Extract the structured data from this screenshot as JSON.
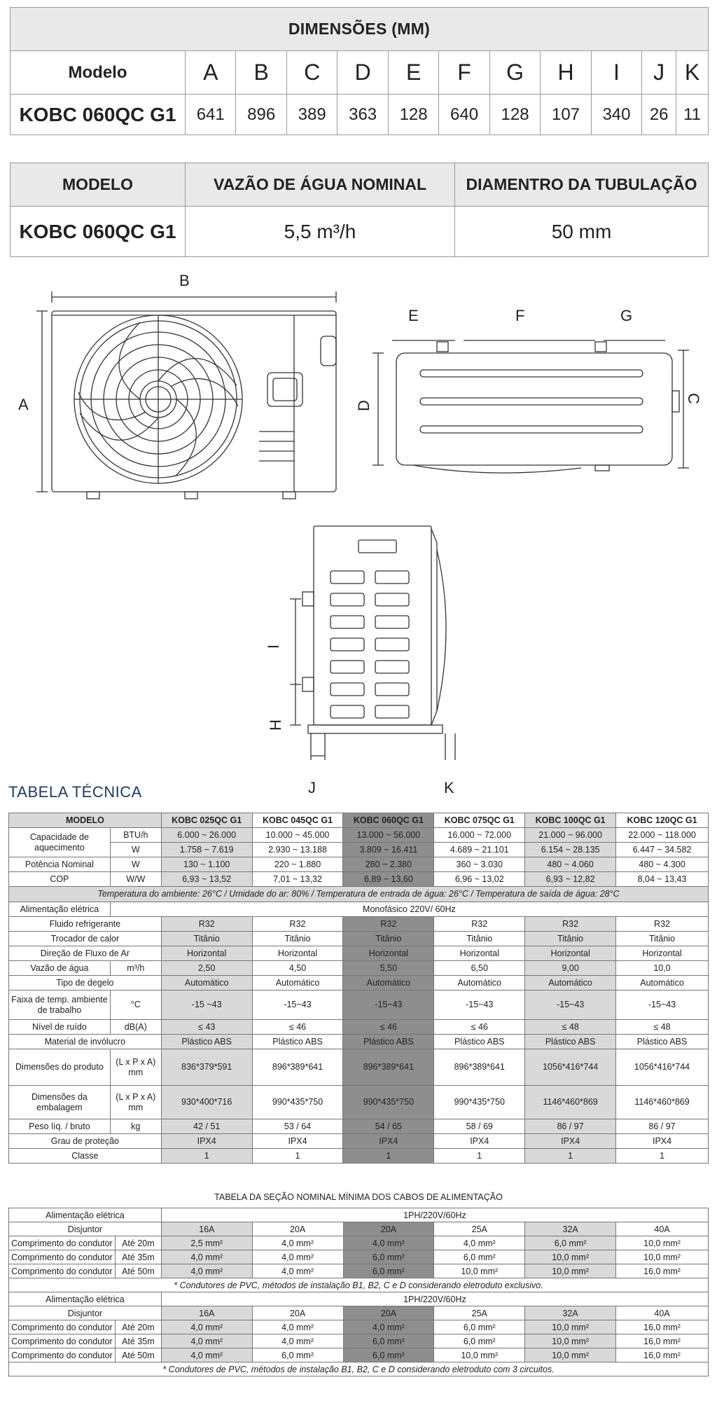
{
  "dimensions": {
    "title": "DIMENSÕES (MM)",
    "model_label": "Modelo",
    "letters": [
      "A",
      "B",
      "C",
      "D",
      "E",
      "F",
      "G",
      "H",
      "I",
      "J",
      "K"
    ],
    "model": "KOBC 060QC G1",
    "values": [
      "641",
      "896",
      "389",
      "363",
      "128",
      "640",
      "128",
      "107",
      "340",
      "26",
      "11"
    ]
  },
  "flow": {
    "headers": [
      "MODELO",
      "VAZÃO DE ÁGUA NOMINAL",
      "DIAMENTRO DA TUBULAÇÃO"
    ],
    "model": "KOBC 060QC G1",
    "flow_value": "5,5 m³/h",
    "diameter": "50 mm"
  },
  "drawing_labels": {
    "front": [
      "B",
      "A"
    ],
    "side": [
      "E",
      "F",
      "G",
      "D",
      "C"
    ],
    "back": [
      "I",
      "H",
      "J",
      "K"
    ]
  },
  "tech": {
    "title": "TABELA TÉCNICA",
    "model_header": "MODELO",
    "models": [
      "KOBC 025QC G1",
      "KOBC 045QC G1",
      "KOBC 060QC G1",
      "KOBC 075QC G1",
      "KOBC 100QC G1",
      "KOBC 120QC G1"
    ],
    "cap_label": "Capacidade de aquecimento",
    "cap_btu_unit": "BTU/h",
    "cap_btu": [
      "6.000 ~ 26.000",
      "10.000 ~ 45.000",
      "13.000 ~ 56.000",
      "16.000 ~ 72.000",
      "21.000 ~ 96.000",
      "22.000 ~ 118.000"
    ],
    "cap_w_unit": "W",
    "cap_w": [
      "1.758 ~ 7.619",
      "2.930 ~ 13.188",
      "3.809 ~ 16.411",
      "4.689 ~ 21.101",
      "6.154 ~ 28.135",
      "6.447 ~ 34.582"
    ],
    "power_label": "Potência Nominal",
    "power_unit": "W",
    "power": [
      "130 ~ 1.100",
      "220 ~ 1.880",
      "280 ~ 2.380",
      "360 ~ 3.030",
      "480 ~ 4.060",
      "480 ~ 4.300"
    ],
    "cop_label": "COP",
    "cop_unit": "W/W",
    "cop": [
      "6,93 ~ 13,52",
      "7,01 ~ 13,32",
      "6,89 ~ 13,60",
      "6,96 ~ 13,02",
      "6,93 ~ 12,82",
      "8,04 ~ 13,43"
    ],
    "conditions": "Temperatura do ambiente: 26°C /  Umidade do ar: 80%  / Temperatura de entrada de água: 26°C  /  Temperatura de saída de água: 28°C",
    "supply_label": "Alimentação elétrica",
    "supply": "Monofásico 220V/ 60Hz",
    "refrig_label": "Fluido refrigerante",
    "refrig": [
      "R32",
      "R32",
      "R32",
      "R32",
      "R32",
      "R32"
    ],
    "hx_label": "Trocador de calor",
    "hx": [
      "Titânio",
      "Titânio",
      "Titânio",
      "Titânio",
      "Titânio",
      "Titânio"
    ],
    "airflow_label": "Direção de Fluxo de Ar",
    "airflow": [
      "Horizontal",
      "Horizontal",
      "Horizontal",
      "Horizontal",
      "Horizontal",
      "Horizontal"
    ],
    "water_label": "Vazão de água",
    "water_unit": "m³/h",
    "water": [
      "2,50",
      "4,50",
      "5,50",
      "6,50",
      "9,00",
      "10,0"
    ],
    "defrost_label": "Tipo de degelo",
    "defrost": [
      "Automático",
      "Automático",
      "Automático",
      "Automático",
      "Automático",
      "Automático"
    ],
    "temp_label": "Faixa de temp. ambiente de trabalho",
    "temp_unit": "°C",
    "temp": [
      "-15 ~43",
      "-15~43",
      "-15~43",
      "-15~43",
      "-15~43",
      "-15~43"
    ],
    "noise_label": "Nível de ruído",
    "noise_unit": "dB(A)",
    "noise": [
      "≤ 43",
      "≤ 46",
      "≤ 46",
      "≤ 46",
      "≤ 48",
      "≤ 48"
    ],
    "casing_label": "Material de invólucro",
    "casing": [
      "Plástico ABS",
      "Plástico ABS",
      "Plástico ABS",
      "Plástico ABS",
      "Plástico ABS",
      "Plástico ABS"
    ],
    "dim_label": "Dimensões do produto",
    "dim_unit": "(L x P x A) mm",
    "dim": [
      "836*379*591",
      "896*389*641",
      "896*389*641",
      "896*389*641",
      "1056*416*744",
      "1056*416*744"
    ],
    "pack_label": "Dimensões da embalagem",
    "pack_unit": "(L x P x A) mm",
    "pack": [
      "930*400*716",
      "990*435*750",
      "990*435*750",
      "990*435*750",
      "1146*460*869",
      "1146*460*869"
    ],
    "weight_label": "Peso líq. / bruto",
    "weight_unit": "kg",
    "weight": [
      "42 / 51",
      "53 / 64",
      "54 / 65",
      "58 / 69",
      "86 / 97",
      "86 / 97"
    ],
    "ip_label": "Grau de proteção",
    "ip": [
      "IPX4",
      "IPX4",
      "IPX4",
      "IPX4",
      "IPX4",
      "IPX4"
    ],
    "class_label": "Classe",
    "class": [
      "1",
      "1",
      "1",
      "1",
      "1",
      "1"
    ]
  },
  "cables": {
    "title": "TABELA DA SEÇÃO NOMINAL MÍNIMA DOS CABOS DE ALIMENTAÇÃO",
    "supply_label": "Alimentação elétrica",
    "supply": "1PH/220V/60Hz",
    "breaker_label": "Disjuntor",
    "breakers": [
      "16A",
      "20A",
      "20A",
      "25A",
      "32A",
      "40A"
    ],
    "length_label": "Comprimento do condutor",
    "ranges": [
      "Até 20m",
      "Até 35m",
      "Até 50m"
    ],
    "block1": [
      [
        "2,5 mm²",
        "4,0 mm²",
        "4,0 mm²",
        "4,0 mm²",
        "6,0 mm²",
        "10,0 mm²"
      ],
      [
        "4,0 mm²",
        "4,0 mm²",
        "6,0 mm²",
        "6,0 mm²",
        "10,0 mm²",
        "10,0 mm²"
      ],
      [
        "4,0 mm²",
        "4,0 mm²",
        "6,0 mm²",
        "10,0 mm²",
        "10,0 mm²",
        "16,0 mm²"
      ]
    ],
    "note1": "* Condutores de PVC, métodos de instalação B1, B2, C e D considerando eletroduto exclusivo.",
    "block2": [
      [
        "4,0 mm²",
        "4,0 mm²",
        "4,0 mm²",
        "6,0 mm²",
        "10,0 mm²",
        "16,0 mm²"
      ],
      [
        "4,0 mm²",
        "4,0 mm²",
        "6,0 mm²",
        "6,0 mm²",
        "10,0 mm²",
        "16,0 mm²"
      ],
      [
        "4,0 mm²",
        "6,0 mm²",
        "6,0 mm²",
        "10,0 mm²",
        "10,0 mm²",
        "16,0 mm²"
      ]
    ],
    "note2": "* Condutores de PVC, métodos de instalação B1, B2, C e D considerando eletroduto com 3 circuitos."
  }
}
